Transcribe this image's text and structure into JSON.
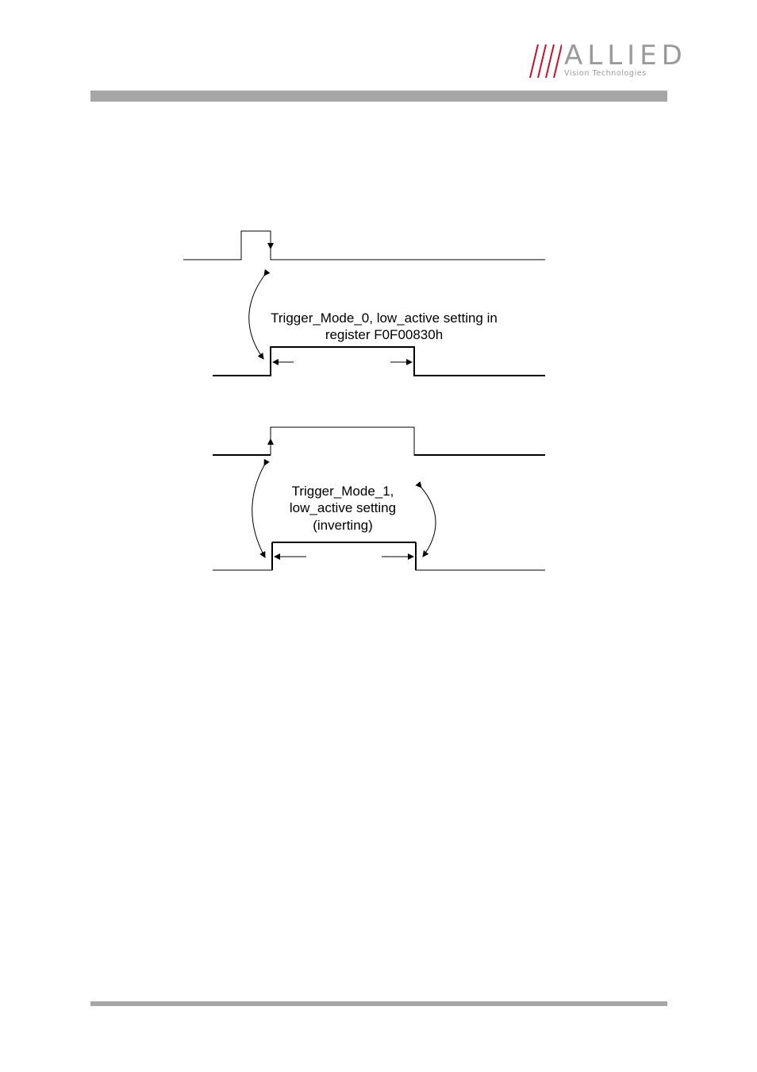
{
  "brand": {
    "name": "ALLIED",
    "tagline": "Vision Technologies",
    "accent_color": "#c8102e",
    "gray_color": "#9a9a9a"
  },
  "diagram": {
    "label_mode0_line1": "Trigger_Mode_0, low_active setting in",
    "label_mode0_line2": "register F0F00830h",
    "label_mode1_line1": "Trigger_Mode_1,",
    "label_mode1_line2": "low_active setting",
    "label_mode1_line3": "(inverting)"
  }
}
